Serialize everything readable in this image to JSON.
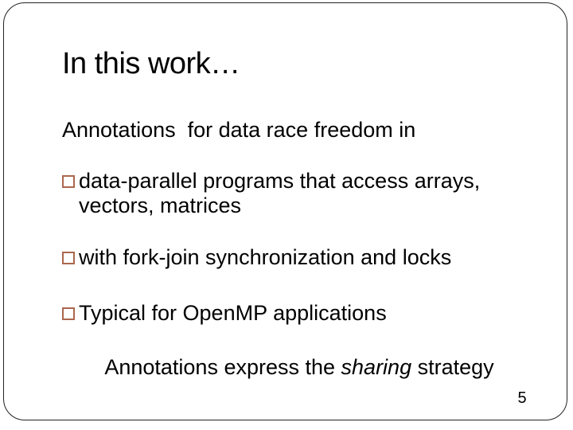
{
  "slide": {
    "title": "In this work…",
    "intro": "Annotations  for data race freedom in",
    "bullets": [
      "data-parallel programs that access arrays,\nvectors, matrices",
      "with fork-join synchronization and locks",
      "Typical for OpenMP applications"
    ],
    "closing": {
      "prefix": "Annotations express the ",
      "emphasis": "sharing",
      "suffix": " strategy"
    },
    "page_number": "5",
    "colors": {
      "bullet_border": "#ab674e",
      "frame_border": "#222222",
      "text": "#000000"
    }
  }
}
